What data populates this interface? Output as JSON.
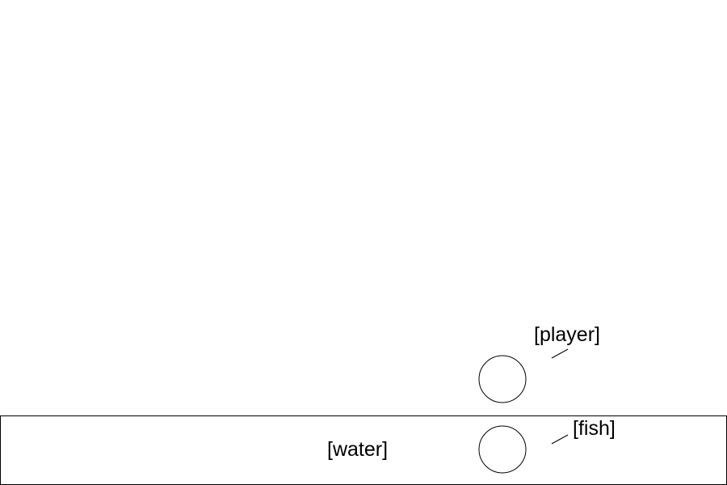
{
  "labels": {
    "player": "[player]",
    "fish": "[fish]",
    "water": "[water]"
  },
  "colors": {
    "stroke": "#000000",
    "background": "#ffffff"
  }
}
